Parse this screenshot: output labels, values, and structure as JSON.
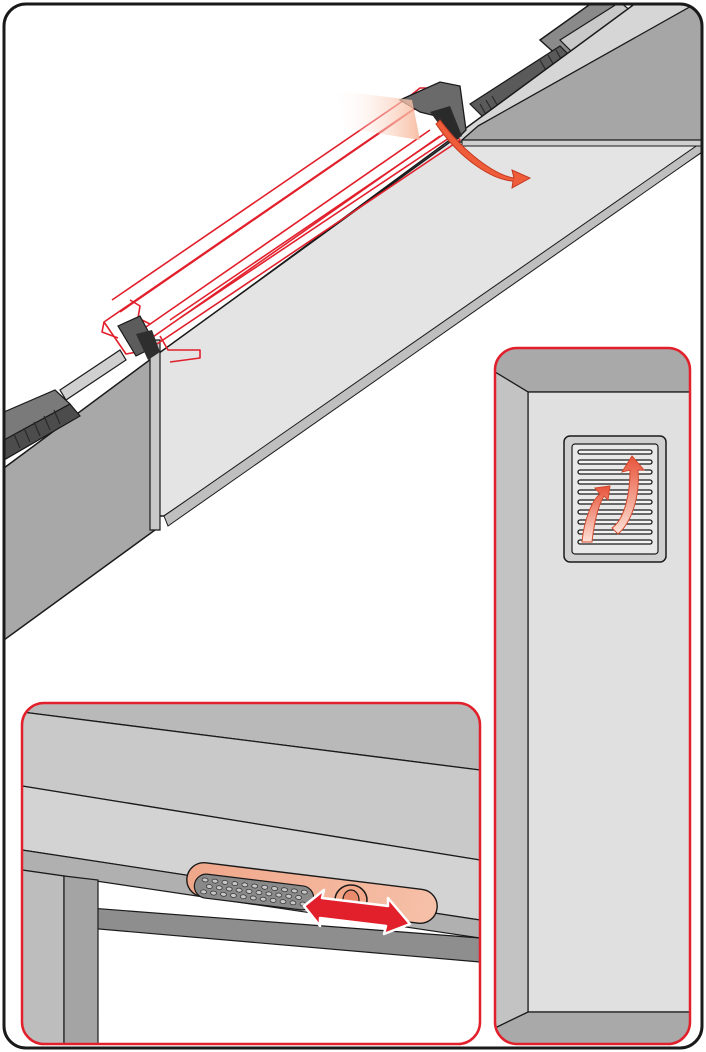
{
  "figure": {
    "panels": [
      "roof-section-view",
      "wall-vent-detail",
      "frame-slider-vent-detail"
    ],
    "colors": {
      "accent_red": "#e2202c",
      "airflow_orange": "#ee5c3a",
      "wall_gray": "#b3b3b3",
      "panel_light_gray": "#dadada",
      "dark_gray": "#5c5c5c",
      "outline": "#1a1a1a"
    },
    "icons": [
      "airflow-arrow-icon",
      "double-arrow-icon",
      "grille-vent-icon",
      "slider-vent-icon"
    ]
  }
}
